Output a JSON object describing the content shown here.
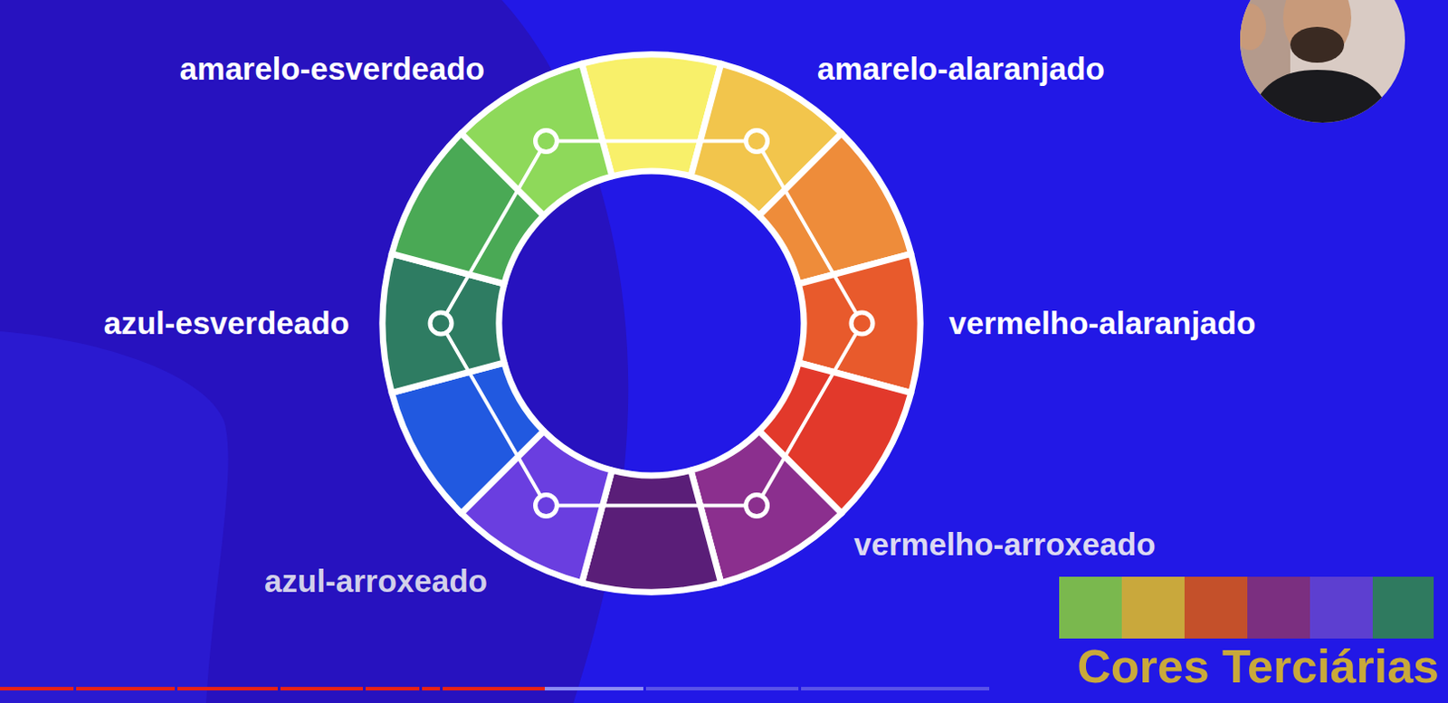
{
  "diagram": {
    "title": "Cores Terciárias",
    "labels": [
      "amarelo-esverdeado",
      "amarelo-alaranjado",
      "azul-esverdeado",
      "vermelho-alaranjado",
      "vermelho-arroxeado",
      "azul-arroxeado"
    ]
  }
}
